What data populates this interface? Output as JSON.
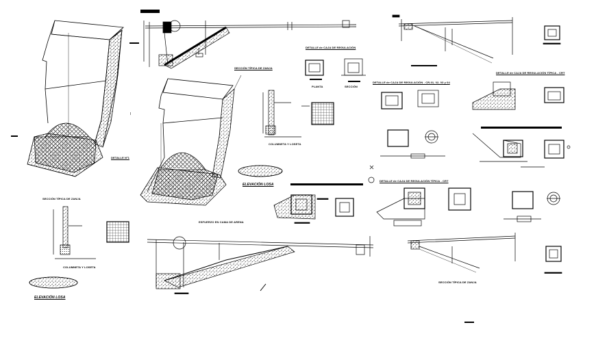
{
  "drawing": {
    "background": "#ffffff",
    "ink": "#000000"
  },
  "labels": {
    "section_title_top_left": "SECCIÓN TÍPICA DE ZANJA",
    "detail_title_top": "DETALLE de CAJA DE REGULACIÓN",
    "detail_subtitle_top": "SECCIÓN",
    "section_typical_mid": "SECCIÓN TÍPICA DE ZANJA",
    "column_title_mid": "COLUMNETA Y LOSETA",
    "elevation_slab_mid": "ELEVACIÓN LOSA",
    "plan_detail_box": "PLANTA",
    "detail_title_mid": "DETALLE de CAJA DE REGULACIÓN - CR-01, 02, 03 y 04",
    "detail_title_right": "DETALLE de CAJA DE REGULACIÓN TÍPICA - CRT",
    "detail_center": "DETALLE de CAJA DE REGULACIÓN TÍPICA - CRT",
    "left_section_title": "SECCIÓN TÍPICA DE ZANJA",
    "left_column_title": "COLUMNETA Y LOSETA",
    "left_elevation": "ELEVACIÓN LOSA",
    "detail_nest_label": "DETALLE Nº1",
    "bottom_center_title": "ESFUERZO EN CAMA DE ARENA",
    "bottom_right_title": "SECCIÓN TÍPICA DE ZANJA"
  }
}
